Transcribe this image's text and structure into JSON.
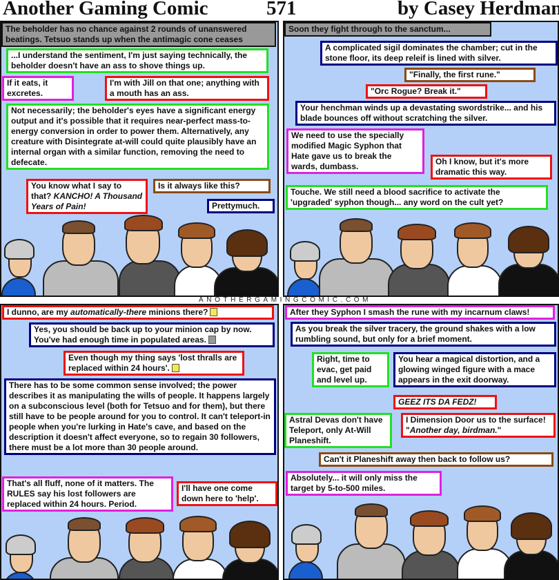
{
  "header": {
    "title": "Another Gaming Comic",
    "number": "571",
    "byline": "by Casey Herdman"
  },
  "watermark": "ANOTHERGAMINGCOMIC.COM",
  "panel1": {
    "caption": "The beholder has no chance against 2 rounds of unanswered beatings. Tetsuo stands up when the antimagic cone ceases",
    "b1": "...I understand the sentiment, I'm just saying technically, the beholder doesn't have an ass to shove things up.",
    "b2": "If it eats, it excretes.",
    "b3": "I'm with Jill on that one; anything with a mouth has an ass.",
    "b4": "Not necessarily; the beholder's eyes have a significant energy output and it's possible that it requires near-perfect mass-to-energy conversion in order to power them. Alternatively, any creature with Disintegrate at-will could quite plausibly have an internal organ with a similar function, removing the need to defecate.",
    "b5_pre": "You know what I say to that? ",
    "b5_em": "KANCHO! A Thousand Years of Pain!",
    "b6": "Is it always like this?",
    "b7": "Prettymuch."
  },
  "panel2": {
    "caption": "Soon they fight through to the sanctum...",
    "b1": "A complicated sigil dominates the chamber; cut in the stone floor, its deep releif is lined with silver.",
    "b2": "\"Finally, the first rune.\"",
    "b3": "\"Orc Rogue? Break it.\"",
    "b4": "Your henchman winds up a devastating swordstrike... and his blade bounces off without scratching the silver.",
    "b5": "We need to use the specially modified Magic Syphon that Hate gave us to break the wards, dumbass.",
    "b6": "Oh I know, but it's more dramatic this way.",
    "b7": "Touche. We still need a blood sacrifice to activate the 'upgraded' syphon though... any word on the cult yet?"
  },
  "panel3": {
    "b1_pre": "I dunno, are my ",
    "b1_em": "automatically-there",
    "b1_post": " minions there?",
    "b2": "Yes, you should be back up to your minion cap by now. You've had enough time in populated areas.",
    "b3": "Even though my thing says 'lost thralls are replaced within 24 hours'.",
    "b4": "There has to be some common sense involved; the power describes it as manipulating the wills of people. It happens largely on a subconscious level (both for Tetsuo and for them), but there still have to be people around for you to control. It can't teleport-in people when you're lurking in Hate's cave, and based on the description it doesn't affect everyone, so to regain 30 followers, there must be a lot more than 30 people around.",
    "b5": "That's all fluff, none of it matters. The RULES say his lost followers are replaced within 24 hours. Period.",
    "b6": "I'll have one come down here to 'help'."
  },
  "panel4": {
    "b1": "After they Syphon I smash the rune with my incarnum claws!",
    "b2": "As you break the silver tracery, the ground shakes with a low rumbling sound, but only for a brief moment.",
    "b3": "Right, time to evac, get paid and level up.",
    "b4": "You hear a magical distortion, and a glowing winged figure with a mace appears in the exit doorway.",
    "b5": "GEEZ ITS DA FEDZ!",
    "b6_pre": "I Dimension Door us to the surface! \"",
    "b6_em": "Another day, birdman.",
    "b6_post": "\"",
    "b7": "Astral Devas don't have Teleport, only At-Will Planeshift.",
    "b8": "Can't it Planeshift away then back to follow us?",
    "b9": "Absolutely... it will only miss the target by 5-to-500 miles."
  }
}
